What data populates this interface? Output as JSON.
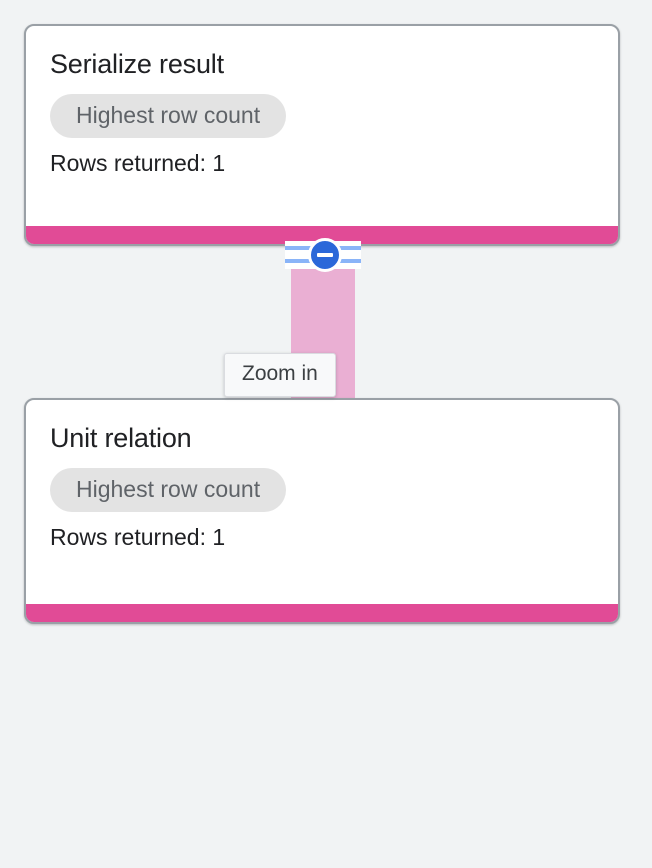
{
  "canvas": {
    "background_color": "#f1f3f4",
    "accent_color": "#e14b96",
    "edge_color": "#eaafd3",
    "toggle_color": "#2b68d9",
    "stripe_color": "#8ab4f8"
  },
  "nodes": [
    {
      "id": "serialize-result",
      "title": "Serialize result",
      "chip_label": "Highest row count",
      "meta": "Rows returned: 1"
    },
    {
      "id": "unit-relation",
      "title": "Unit relation",
      "chip_label": "Highest row count",
      "meta": "Rows returned: 1"
    }
  ],
  "edge": {
    "toggle_icon": "minus-circle-icon",
    "state": "expanded"
  },
  "tooltip": {
    "text": "Zoom in"
  }
}
